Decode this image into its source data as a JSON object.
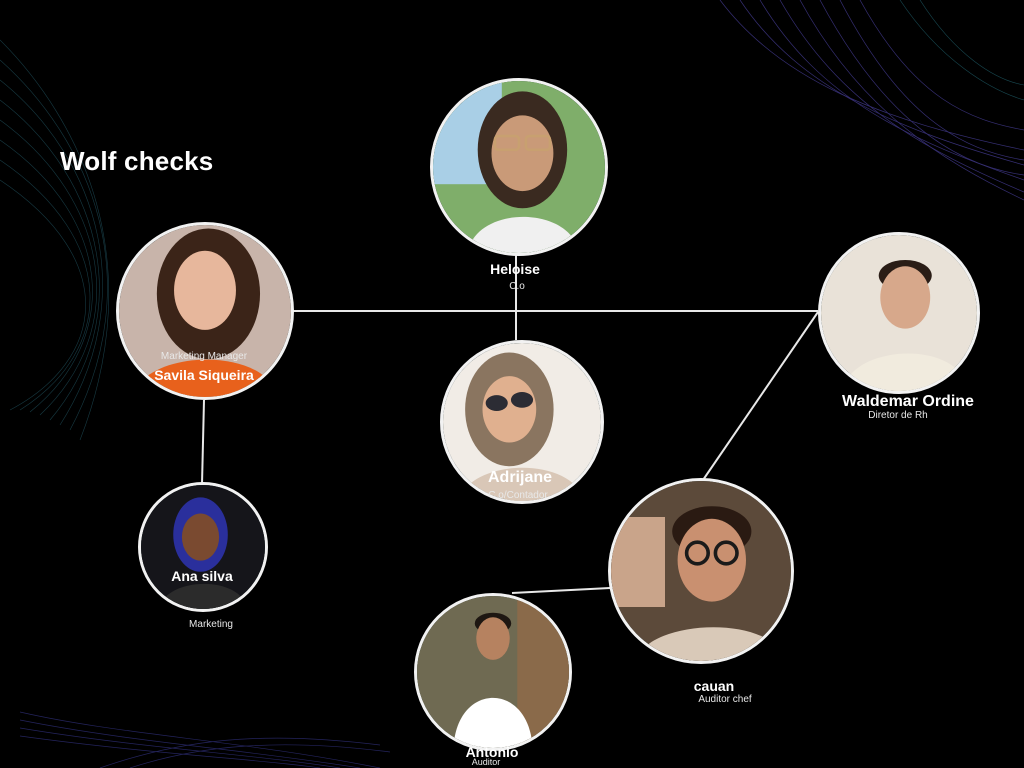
{
  "page": {
    "title": "Wolf checks"
  },
  "members": [
    {
      "id": "heloise",
      "name": "Heloise",
      "role": "C.o",
      "skin": "#c99a78",
      "hair": "#3a2a20",
      "bg": "#7fae6a",
      "shirt": "#f0f0f0"
    },
    {
      "id": "savila",
      "name": "Savila Siqueira",
      "role": "Marketing Manager",
      "skin": "#e7b79c",
      "hair": "#3b2418",
      "bg": "#c8b4aa",
      "shirt": "#e8611c"
    },
    {
      "id": "waldemar",
      "name": "Waldemar Ordine",
      "role": "Diretor de Rh",
      "skin": "#d7a88b",
      "hair": "#2a1d16",
      "bg": "#e9e2d8",
      "shirt": "#f1ebde"
    },
    {
      "id": "adrijane",
      "name": "Adrijane",
      "role": "C.o/Contador",
      "skin": "#e0b08f",
      "hair": "#8a7560",
      "bg": "#f1ece6",
      "shirt": "#d9c7b7"
    },
    {
      "id": "ana",
      "name": "Ana silva",
      "role": "Marketing",
      "skin": "#7a4a30",
      "hair": "#2a2f9c",
      "bg": "#15151a",
      "shirt": "#2b2b2b"
    },
    {
      "id": "cauan",
      "name": "cauan",
      "role": "Auditor chef",
      "skin": "#c99070",
      "hair": "#2a1a12",
      "bg": "#5c4a3a",
      "shirt": "#d9c9b8"
    },
    {
      "id": "antonio",
      "name": "Antonio",
      "role": "Auditor",
      "skin": "#b68260",
      "hair": "#1e1712",
      "bg": "#6f6a52",
      "shirt": "#ffffff"
    }
  ],
  "colors": {
    "ring": "#123c3c",
    "line": "#e8e8e8",
    "accent": "#5a4fc0"
  }
}
